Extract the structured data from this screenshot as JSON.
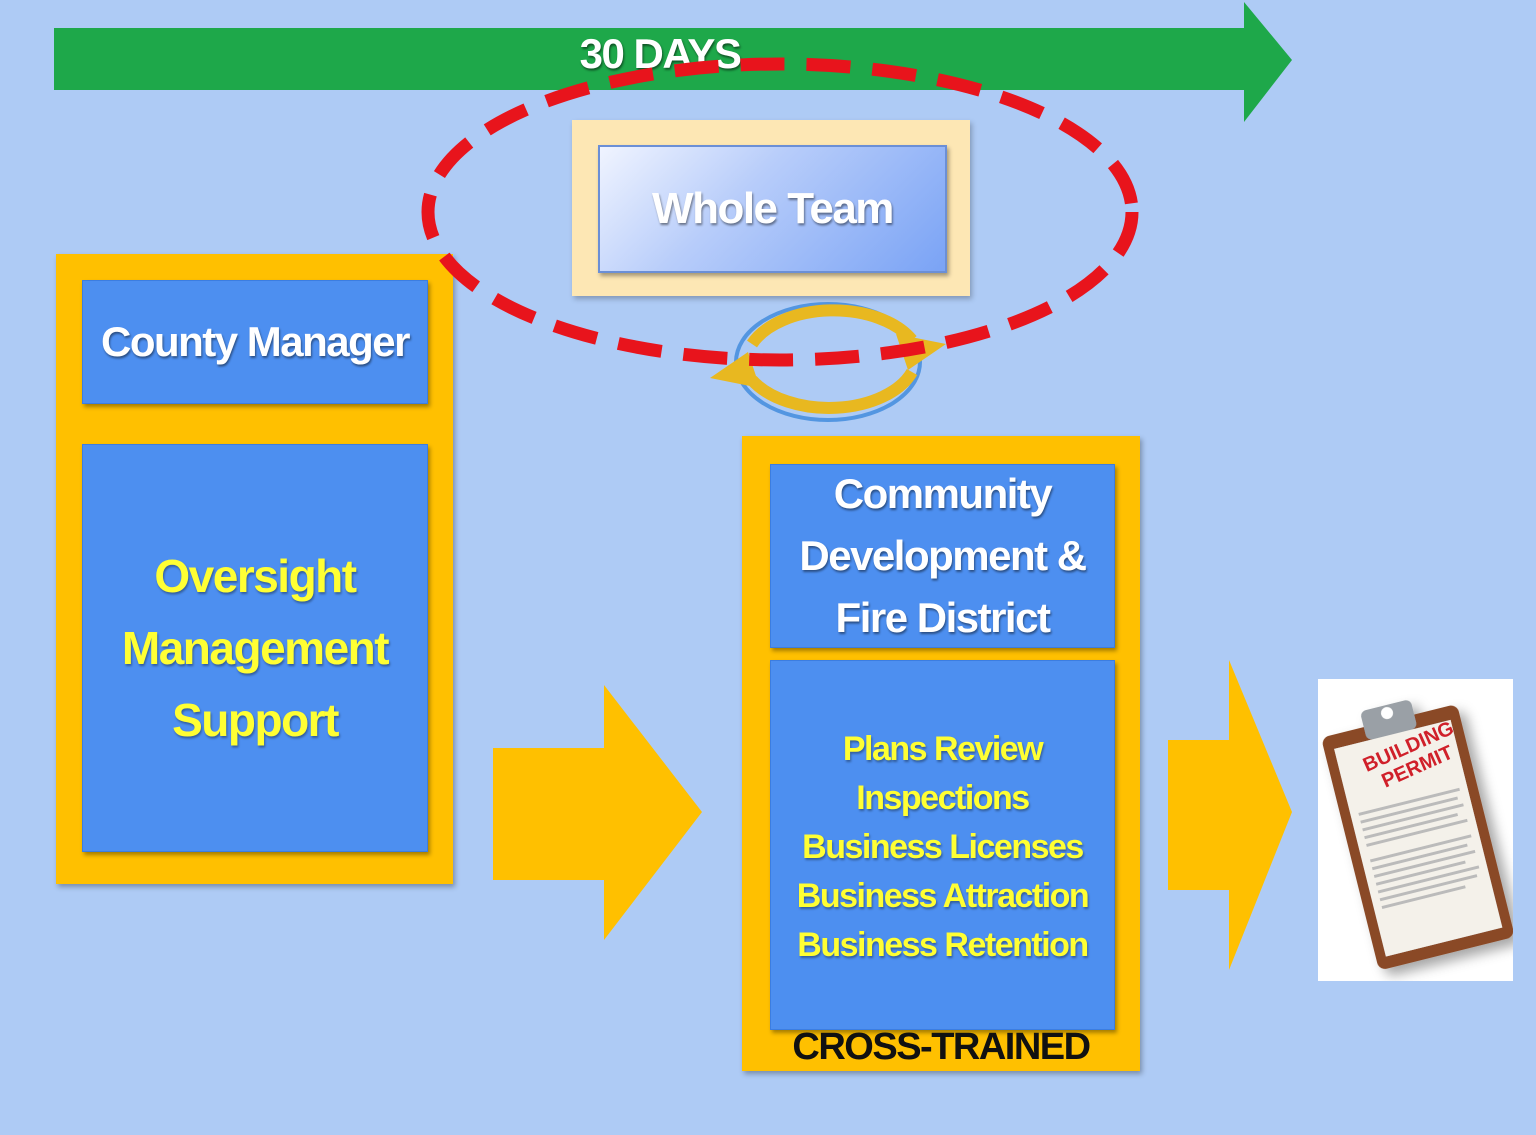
{
  "timeline": {
    "label": "30 DAYS"
  },
  "whole_team": {
    "label": "Whole Team"
  },
  "county": {
    "title": "County Manager",
    "roles": [
      "Oversight",
      "Management",
      "Support"
    ]
  },
  "community": {
    "title_lines": [
      "Community",
      "Development &",
      "Fire District"
    ],
    "services": [
      "Plans Review",
      "Inspections",
      "Business Licenses",
      "Business Attraction",
      "Business Retention"
    ],
    "footer": "CROSS-TRAINED"
  },
  "permit": {
    "lines": [
      "BUILDING",
      "PERMIT"
    ]
  },
  "colors": {
    "background": "#aecbf5",
    "timeline_green": "#1ea84a",
    "gold": "#ffc000",
    "box_blue": "#4d8ff0",
    "highlight_red": "#e8141c",
    "text_yellow": "#ffff33"
  }
}
